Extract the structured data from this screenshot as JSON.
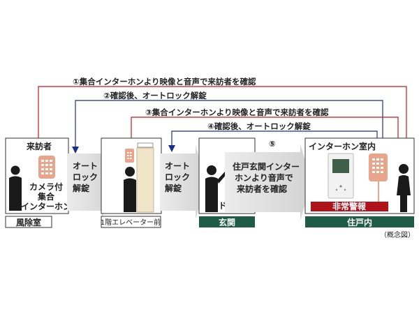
{
  "flows": [
    {
      "text": "①集合インターホンより映像と音声で来訪者を確認",
      "color": "#c8161d"
    },
    {
      "text": "②確認後、オートロック解錠",
      "color": "#1a2f8a"
    },
    {
      "text": "③集合インターホンより映像と音声で来訪者を確認",
      "color": "#c8161d"
    },
    {
      "text": "④確認後、オートロック解錠",
      "color": "#1a2f8a"
    }
  ],
  "step5": "⑤",
  "panels": {
    "vestibule": {
      "visitor": "来訪者",
      "device": [
        "カメラ付",
        "集合",
        "インターホン"
      ],
      "caption": "風除室"
    },
    "elevator": {
      "caption": "1階エレベーター前"
    },
    "entrance": {
      "door_phone": "ドアホン",
      "caption": "玄関"
    },
    "dwelling": {
      "title": "インターホン室内",
      "alarm": "非常警報",
      "caption": "住戸内"
    }
  },
  "arrows": {
    "autolock1": [
      "オート",
      "ロック",
      "解錠"
    ],
    "autolock2": [
      "オート",
      "ロック",
      "解錠"
    ],
    "confirm": [
      "住戸玄関インター",
      "ホンより音声で",
      "来訪者を確認"
    ]
  },
  "note": "（概念図）",
  "colors": {
    "red": "#c8161d",
    "blue": "#1a2f8a",
    "green": "#1f5c48",
    "alarm": "#b0121b",
    "arrow": "#dedede",
    "device": "#e8a58c"
  }
}
